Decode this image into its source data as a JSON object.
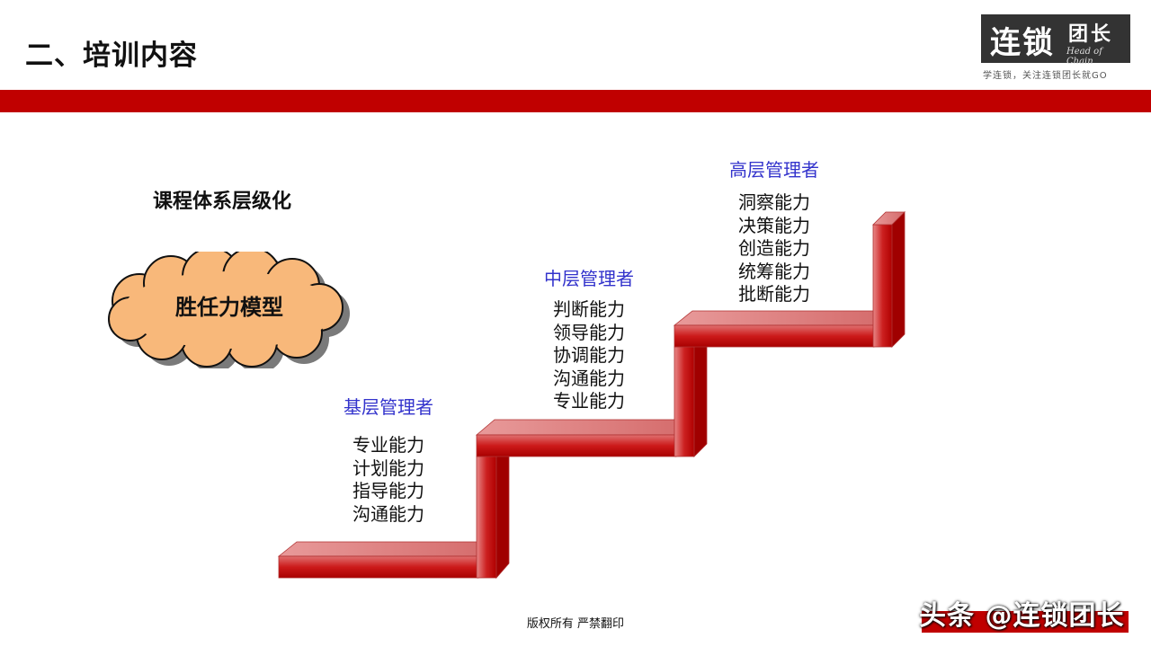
{
  "header": {
    "title": "二、培训内容",
    "logo": {
      "text_main": "连锁",
      "text_side": "团长",
      "text_en": "Head of Chain"
    },
    "tagline": "学连锁，关注连锁团长就GO"
  },
  "main": {
    "subtitle": "课程体系层级化",
    "model_label": "胜任力模型",
    "levels": [
      {
        "title": "基层管理者",
        "skills": [
          "专业能力",
          "计划能力",
          "指导能力",
          "沟通能力"
        ]
      },
      {
        "title": "中层管理者",
        "skills": [
          "判断能力",
          "领导能力",
          "协调能力",
          "沟通能力",
          "专业能力"
        ]
      },
      {
        "title": "高层管理者",
        "skills": [
          "洞察能力",
          "决策能力",
          "创造能力",
          "统筹能力",
          "批断能力"
        ]
      }
    ]
  },
  "footer": {
    "copyright": "版权所有  严禁翻印",
    "watermark": "头条 @连锁团长"
  },
  "colors": {
    "accent_red": "#c00000",
    "level_title_blue": "#3333cc",
    "cloud_fill": "#f8b87a",
    "logo_bg": "#333333"
  }
}
